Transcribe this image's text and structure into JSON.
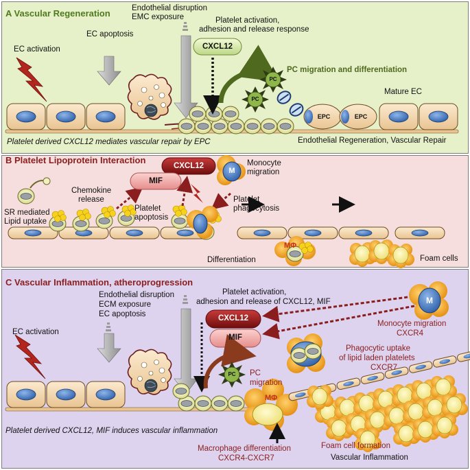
{
  "panel_a": {
    "title": "A Vascular Regeneration",
    "labels": {
      "ec_activation": "EC activation",
      "ec_apoptosis": "EC apoptosis",
      "endo_disruption_1": "Endothelial disruption",
      "endo_disruption_2": "EMC exposure",
      "platelet_activation_1": "Platelet activation,",
      "platelet_activation_2": "adhesion and release response",
      "cxcl12": "CXCL12",
      "pc_migration": "PC migration and differentiation",
      "mature_ec": "Mature EC",
      "pc1": "PC",
      "pc2": "PC",
      "epc1": "EPC",
      "epc2": "EPC",
      "caption": "Platelet derived CXCL12 mediates vascular repair by EPC",
      "regeneration": "Endothelial Regeneration, Vascular  Repair"
    }
  },
  "panel_b": {
    "title": "B Platelet Lipoprotein Interaction",
    "labels": {
      "sr_1": "SR mediated",
      "sr_2": "Lipid uptake",
      "chemokine_1": "Chemokine",
      "chemokine_2": "release",
      "cxcl12": "CXCL12",
      "mif": "MIF",
      "platelet_apop_1": "Platelet",
      "platelet_apop_2": "apoptosis",
      "monocyte_1": "Monocyte",
      "monocyte_2": "migration",
      "m": "M",
      "phago_1": "Platelet",
      "phago_2": "phagocytosis",
      "macrophage": "MΦ",
      "differentiation": "Differentiation",
      "foam": "Foam cells"
    }
  },
  "panel_c": {
    "title": "C Vascular Inflammation, atheroprogression",
    "labels": {
      "ec_activation": "EC activation",
      "endo_1": "Endothelial disruption",
      "endo_2": "ECM exposure",
      "endo_3": "EC apoptosis",
      "platelet_1": "Platelet activation,",
      "platelet_2": "adhesion and release of CXCL12, MIF",
      "cxcl12": "CXCL12",
      "mif": "MIF",
      "m": "M",
      "monocyte_1": "Monocyte migration",
      "monocyte_2": "CXCR4",
      "phago_1": "Phagocytic uptake",
      "phago_2": "of lipid laden platelets",
      "phago_3": "CXCR7",
      "pc": "PC",
      "pc_mig_1": "PC",
      "pc_mig_2": "migration",
      "macrophage": "MΦ",
      "caption": "Platelet derived CXCL12, MIF induces vascular inflammation",
      "mac_diff_1": "Macrophage differentiation",
      "mac_diff_2": "CXCR4-CXCR7",
      "foam": "Foam cell formation",
      "inflammation": "Vascular Inflammation"
    }
  },
  "colors": {
    "panel_a_bg": "#e6f0c9",
    "panel_b_bg": "#f7dede",
    "panel_c_bg": "#ddd3ee",
    "title_a": "#4f7a1e",
    "title_bc": "#8a1d1d",
    "cell": "#f6dcb1",
    "nucleus": "#3f78c4",
    "platelet": "#ecedb8",
    "cxcl12_red": "#9b1a1a",
    "mif_pink": "#f2aaa8",
    "monocyte_orange": "#f5a526",
    "pc_green": "#7aa03c"
  }
}
